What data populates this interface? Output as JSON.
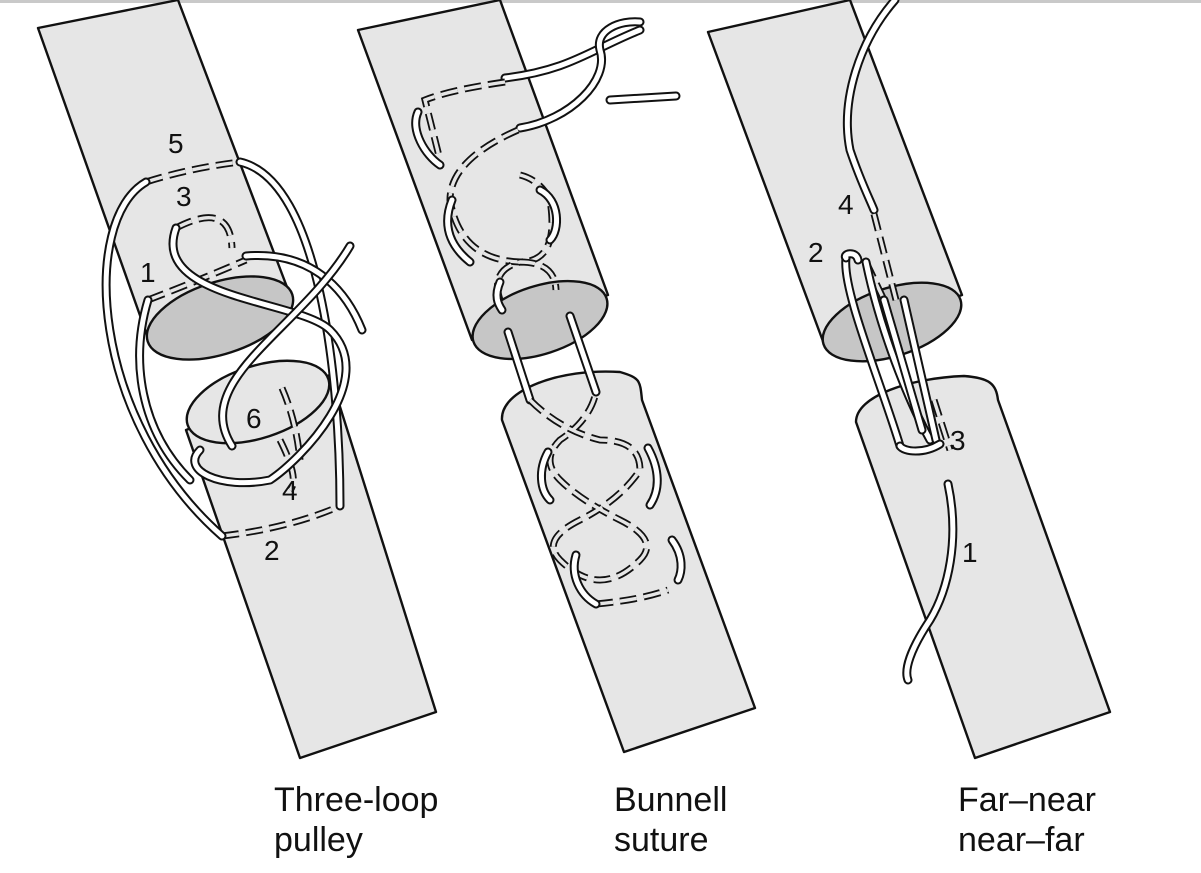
{
  "panels": [
    {
      "id": "three-loop-pulley",
      "caption": [
        "Three-loop",
        "pulley"
      ],
      "numbers": [
        "1",
        "2",
        "3",
        "4",
        "5",
        "6"
      ]
    },
    {
      "id": "bunnell-suture",
      "caption": [
        "Bunnell",
        "suture"
      ],
      "numbers": []
    },
    {
      "id": "far-near-near-far",
      "caption": [
        "Far–near",
        "near–far"
      ],
      "numbers": [
        "1",
        "2",
        "3",
        "4"
      ]
    }
  ],
  "colors": {
    "tendon_fill": "#e6e6e6",
    "tendon_cut_face": "#c6c6c6",
    "outline": "#111111",
    "suture": "#ffffff"
  }
}
